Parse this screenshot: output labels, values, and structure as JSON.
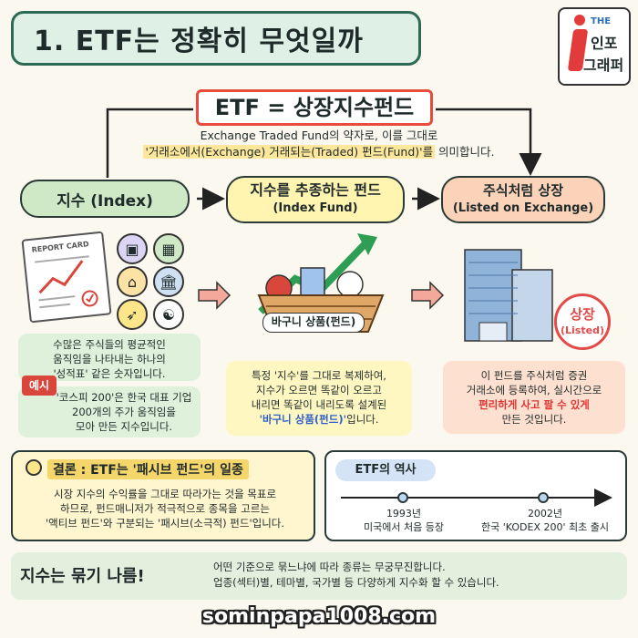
{
  "title": "1. ETF는 정확히 무엇일까",
  "logo": {
    "the": "THE",
    "line1": "인포",
    "line2": "그래퍼"
  },
  "etf_heading": "ETF = 상장지수펀드",
  "etf_desc": {
    "line1": "Exchange Traded Fund의 약자로, 이를 그대로",
    "line2_highlight": "'거래소에서(Exchange) 거래되는(Traded) 펀드(Fund)'를",
    "line2_rest": " 의미합니다."
  },
  "flow": {
    "index": "지수 (Index)",
    "fund_ko": "지수를 추종하는 펀드",
    "fund_en": "(Index Fund)",
    "listed_ko": "주식처럼 상장",
    "listed_en": "(Listed on Exchange)"
  },
  "report_card_label": "REPORT CARD",
  "basket_label": "바구니 상품(펀드)",
  "stamp": {
    "ko": "상장",
    "en": "(Listed)"
  },
  "index_desc": {
    "l1": "수많은 주식들의 평균적인",
    "l2": "움직임을 나타내는 하나의",
    "l3": "'성적표' 같은 숫자입니다."
  },
  "example_badge": "예시",
  "example_desc": {
    "l1": "'코스피 200'은 한국 대표 기업",
    "l2": "200개의 주가 움직임을",
    "l3": "모아 만든 지수입니다."
  },
  "fund_desc": {
    "l1": "특정 '지수'를 그대로 복제하여,",
    "l2": "지수가 오르면 똑같이 오르고",
    "l3": "내리면 똑같이 내리도록 설계된",
    "l4_blue": "'바구니 상품(펀드)'",
    "l4_rest": "입니다."
  },
  "listed_desc": {
    "l1": "이 펀드를 주식처럼 증권",
    "l2": "거래소에 등록하여, 실시간으로",
    "l3_red": "편리하게 사고 팔 수 있게",
    "l4": "만든 것입니다."
  },
  "conclusion": {
    "head": "결론 : ETF는 '패시브 펀드'의 일종",
    "l1": "시장 지수의 수익률을 그대로 따라가는 것을 목표로",
    "l2": "하므로, 펀드매니저가 적극적으로 종목을 고르는",
    "l3": "'액티브 펀드'와 구분되는 '패시브(소극적) 펀드'입니다."
  },
  "history": {
    "head": "ETF의 역사",
    "e1_year": "1993년",
    "e1_text": "미국에서 처음 등장",
    "e2_year": "2002년",
    "e2_text": "한국 'KODEX 200' 최초 출시"
  },
  "footer": {
    "head": "지수는 묶기 나름!",
    "l1": "어떤 기준으로 묶느냐에 따라 종류는 무궁무진합니다.",
    "l2": "업종(섹터)별, 테마별, 국가별 등 다양하게 지수화 할 수 있습니다."
  },
  "url": "sominpapa1008.com",
  "colors": {
    "accent_red": "#e74c3c",
    "green": "#cfe8c6",
    "yellow": "#fff4b0",
    "peach": "#fbd3b8",
    "blue": "#2d5fc8"
  }
}
